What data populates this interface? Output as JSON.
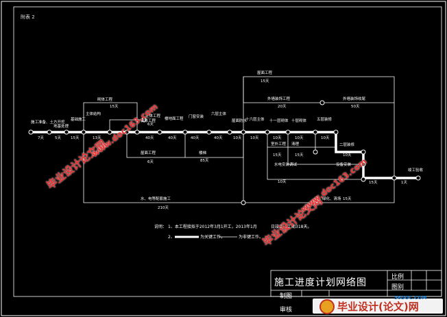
{
  "sheet_label": "附表 2",
  "title_block": {
    "title": "施工进度计划网络图",
    "scale_label": "比例",
    "drawing_no_label": "图别",
    "drawn_by_label": "制图",
    "reviewed_by_label": "审核"
  },
  "notes": {
    "label": "说明：",
    "line1": "1、本工程接拟于2012年3月1开工，2013年1月",
    "line1_end": "日竣工，工期318天。",
    "line2_prefix": "2、",
    "line2_mid": "为关键工作，",
    "line2_end": "为非键工作。"
  },
  "activities": {
    "a1": "施工准备、土方开挖",
    "d1": "7天",
    "a2": "地基处理",
    "d2": "5天",
    "a3": "基础施工",
    "d3": "15天",
    "a4": "主体结构",
    "d4": "13天",
    "a5": "砌体工程",
    "d5": "15天",
    "a6": "屋面工程",
    "d6": "6天",
    "a7": "装修工程",
    "d7": "40天",
    "a8": "楼地面工程",
    "d8": "40天",
    "a9": "门窗安装",
    "d9": "40天",
    "a10": "六层主体",
    "d10": "40天",
    "a11": "屋面防水",
    "d11": "10天",
    "a12": "十六层主体",
    "d12": "10天",
    "a13": "十一层砌体",
    "d13": "10天",
    "a14": "十层砌体",
    "d14": "10天",
    "a15": "五层装修",
    "d15": "10天",
    "a16": "二层装修",
    "d16": "10天",
    "a17": "竣工验收",
    "d17": "1天",
    "a18": "水、电等配套施工",
    "d18": "210天",
    "a19": "外墙装饰工程",
    "d19": "20天",
    "a20": "外墙装饰收尾",
    "d20": "50天",
    "a21": "屋面工程",
    "d21": "15天",
    "a22": "主体工程",
    "d22": "6天",
    "a23": "楼梯",
    "d23": "85天",
    "a24": "室外工程",
    "d24": "15天",
    "a25": "清理",
    "d25": "15天",
    "a26": "水电安装调试",
    "d26": "10天",
    "a27": "设备安装",
    "d27": "15天",
    "a28": "绿化、清场",
    "d28": "15天"
  },
  "watermarks": {
    "cn": "毕业设计论文网",
    "url": "www.doc163.com"
  },
  "logo": {
    "text": "毕业设计(论文)网",
    "small": "56DOC.COM"
  }
}
